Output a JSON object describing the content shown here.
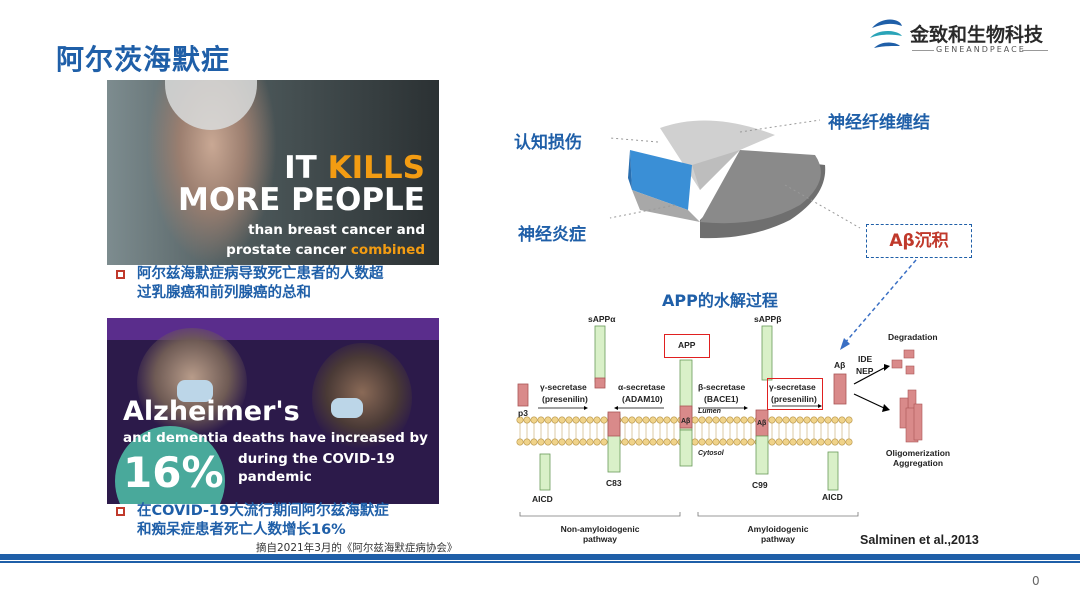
{
  "slide": {
    "title": "阿尔茨海默症",
    "page_number": "0",
    "logo": {
      "name": "金致和生物科技",
      "sub": "GENEANDPEACE"
    }
  },
  "left": {
    "image1": {
      "line1a": "IT ",
      "line1b": "KILLS",
      "line2": "MORE PEOPLE",
      "line3": "than breast cancer and",
      "line4a": "prostate cancer ",
      "line4b": "combined"
    },
    "bullet1": {
      "line1": "阿尔兹海默症病导致死亡患者的人数超",
      "line2": "过乳腺癌和前列腺癌的总和"
    },
    "image2": {
      "line1": "Alzheimer's",
      "line2": "and dementia deaths have increased by",
      "big": "16%",
      "line3": "during the COVID-19",
      "line4": "pandemic"
    },
    "bullet2": {
      "line1": "在COVID-19大流行期间阿尔兹海默症",
      "line2": "和痴呆症患者死亡人数增长16%"
    },
    "source": "摘自2021年3月的《阿尔兹海默症病协会》"
  },
  "pie": {
    "labels": {
      "cognitive": "认知损伤",
      "tangles": "神经纤维缠结",
      "inflammation": "神经炎症",
      "amyloid": "Aβ沉积"
    },
    "colors": {
      "blue": "#3a8fd6",
      "grey": "#7f7f7f",
      "light": "#cfcfcf"
    }
  },
  "diagram": {
    "title": "APP的水解过程",
    "labels": {
      "sappa": "sAPPα",
      "sappb": "sAPPβ",
      "app": "APP",
      "ab": "Aβ",
      "p3": "p3",
      "gamma1": "γ-secretase",
      "presenilin1": "(presenilin)",
      "alpha": "α-secretase",
      "adam10": "(ADAM10)",
      "beta": "β-secretase",
      "bace1": "(BACE1)",
      "gamma2": "γ-secretase",
      "presenilin2": "(presenilin)",
      "lumen": "Lumen",
      "cytosol": "Cytosol",
      "abmid1": "Aβ",
      "abmid2": "Aβ",
      "aicd1": "AICD",
      "c83": "C83",
      "c99": "C99",
      "aicd2": "AICD",
      "ide": "IDE",
      "nep": "NEP",
      "degradation": "Degradation",
      "oligo1": "Oligomerization",
      "oligo2": "Aggregation",
      "nonamy1": "Non-amyloidogenic",
      "nonamy2": "pathway",
      "amy1": "Amyloidogenic",
      "amy2": "pathway"
    },
    "citation": "Salminen et al.,2013"
  }
}
